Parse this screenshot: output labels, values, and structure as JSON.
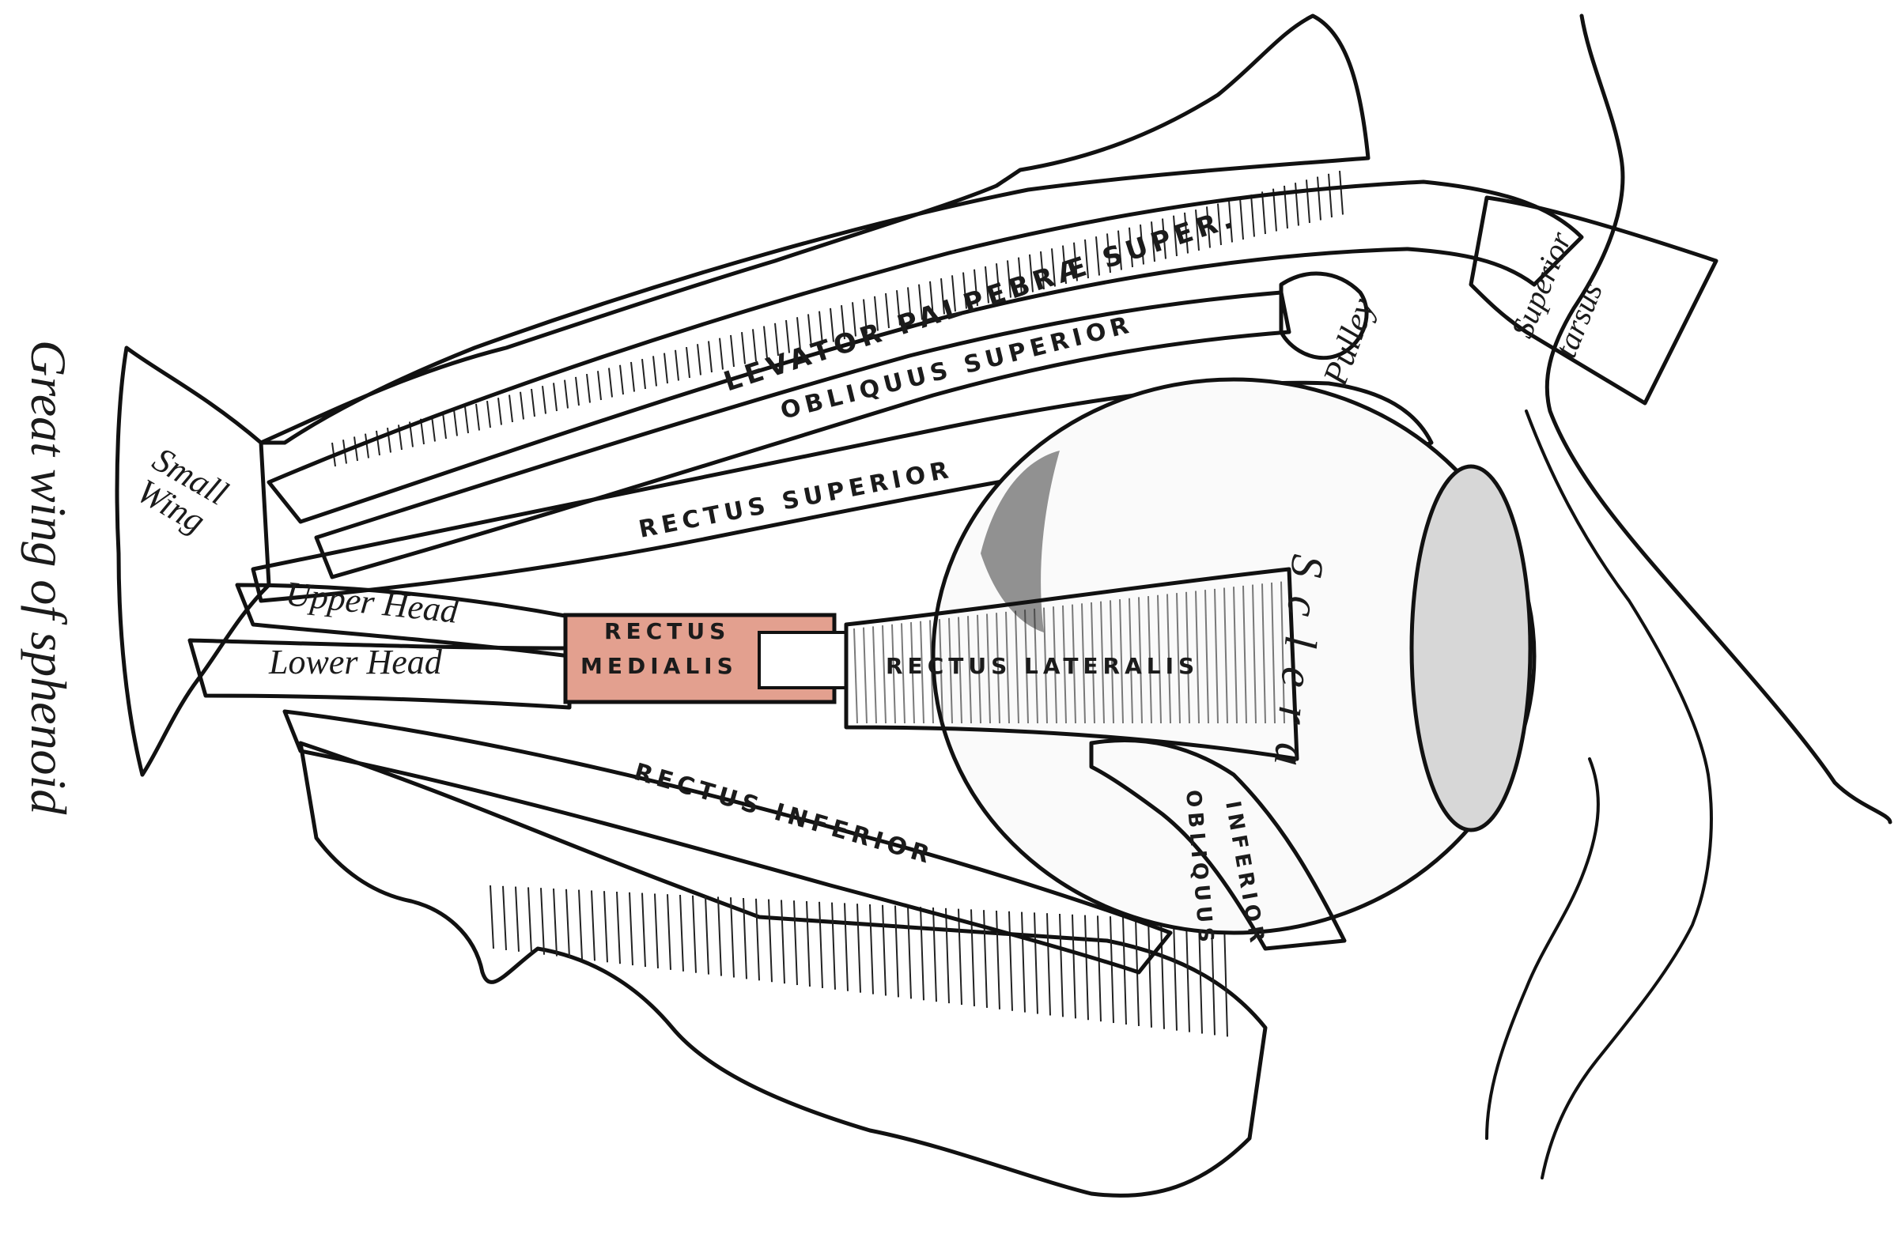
{
  "labels": {
    "side_caption": "Great wing of sphenoid",
    "small_wing": "Small Wing",
    "levator": "LEVATOR PALPEBRÆ SUPER.",
    "obliquus_superior": "OBLIQUUS SUPERIOR",
    "pulley": "Pulley",
    "superior_tarsus": "Superior tarsus",
    "rectus_superior": "RECTUS SUPERIOR",
    "upper_head": "Upper Head",
    "lower_head": "Lower Head",
    "rectus_medialis": "RECTUS MEDIALIS",
    "rectus_lateralis": "RECTUS LATERALIS",
    "sclera": "Sclera",
    "rectus_inferior": "RECTUS INFERIOR",
    "obliquus_inferior": "OBLIQUUS INFERIOR"
  },
  "colors": {
    "ink": "#111111",
    "paper": "#ffffff",
    "highlight_muscle": "#e3a08f",
    "muscle_fill": "#ececec"
  }
}
